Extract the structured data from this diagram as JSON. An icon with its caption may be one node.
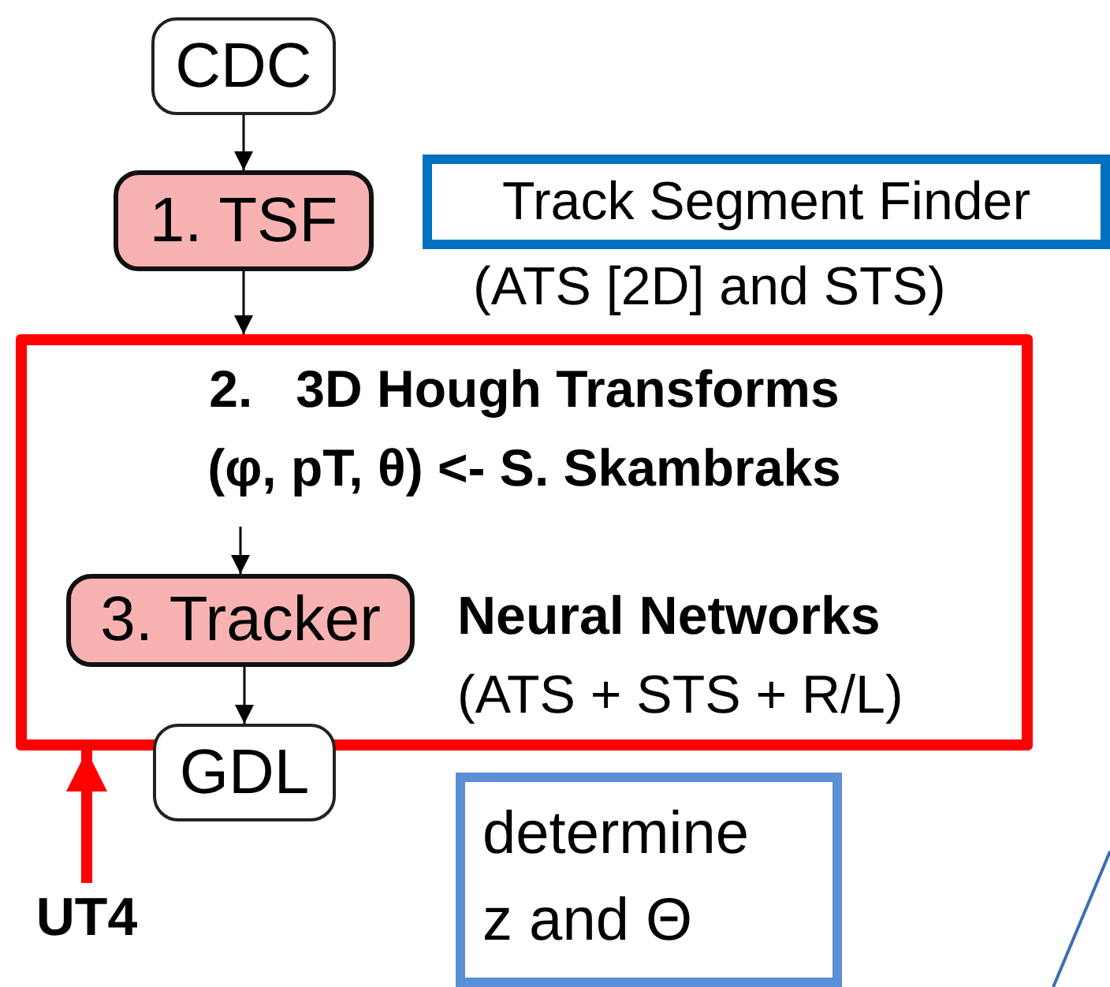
{
  "diagram": {
    "nodes": [
      {
        "text": [
          "CDC"
        ]
      },
      {
        "text": [
          "1. TSF"
        ]
      },
      {
        "text": [
          "Track Segment Finder"
        ],
        "beside": [
          "(ATS [2D] and STS)"
        ]
      },
      {
        "text": [
          "2.   3D Hough Transforms (φ, pT, θ) <- S. Skambraks"
        ]
      },
      {
        "text": [
          "3. Tracker"
        ],
        "in": 3,
        "beside": [
          "Neural Networks",
          "(ATS + STS + R/L)"
        ]
      },
      {
        "text": [
          "GDL"
        ]
      },
      {
        "text": [
          "determine z and Θ"
        ]
      },
      {
        "text": [
          "UT4"
        ]
      }
    ],
    "edges": [
      {
        "from": 0,
        "to": 1,
        "arrow": "to"
      },
      {
        "from": 1,
        "to": 3,
        "arrow": "to"
      },
      {
        "from": null,
        "to": 4,
        "arrow": "to"
      },
      {
        "from": 4,
        "to": 5,
        "arrow": "to"
      },
      {
        "from": 7,
        "to": 3,
        "arrow": "to",
        "style": "thick",
        "color": "#ff0000"
      }
    ]
  }
}
